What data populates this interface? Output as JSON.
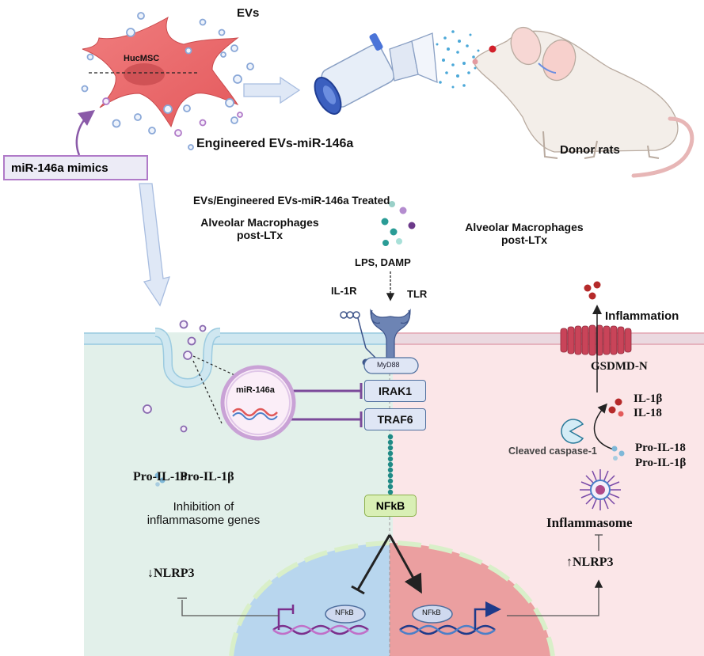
{
  "top": {
    "evs_label": "EVs",
    "hucmsc_label": "HucMSC",
    "engineered_label": "Engineered EVs-miR-146a",
    "donor_label": "Donor rats",
    "mimics_label": "miR-146a mimics"
  },
  "left_panel": {
    "treated_title": "EVs/Engineered EVs-miR-146a Treated",
    "am_title_line1": "Alveolar Macrophages",
    "am_title_line2": "post-LTx",
    "mir_label": "miR-146a",
    "pro_il18": "Pro-IL-18",
    "pro_il1b": "Pro-IL-1β",
    "inhibition_line1": "Inhibition of",
    "inhibition_line2": "inflammasome genes",
    "nlrp3_down": "NLRP3",
    "nfkb_nuc": "NFkB"
  },
  "center": {
    "lps_label": "LPS, DAMP",
    "il1r_label": "IL-1R",
    "tlr_label": "TLR",
    "myd88_label": "MyD88",
    "irak1_label": "IRAK1",
    "traf6_label": "TRAF6",
    "nfkb_label": "NFkB"
  },
  "right_panel": {
    "am_title_line1": "Alveolar Macrophages",
    "am_title_line2": "post-LTx",
    "inflammation_label": "Inflammation",
    "gsdmd_label": "GSDMD-N",
    "il1b": "IL-1β",
    "il18": "IL-18",
    "cleaved_caspase": "Cleaved caspase-1",
    "pro_il18": "Pro-IL-18",
    "pro_il1b": "Pro-IL-1β",
    "inflammasome_label": "Inflammasome",
    "nlrp3_up": "NLRP3",
    "nfkb_nuc": "NFkB"
  },
  "colors": {
    "left_bg": "#e2f0ea",
    "right_bg": "#fbe6e8",
    "membrane": "#bfe0ee",
    "receptor": "#6d84b4",
    "inhibit_line": "#7b4a9a",
    "mimic_border": "#b07ac8",
    "nfkb_green": "#d9efb5",
    "cell_red": "#e8696b"
  }
}
